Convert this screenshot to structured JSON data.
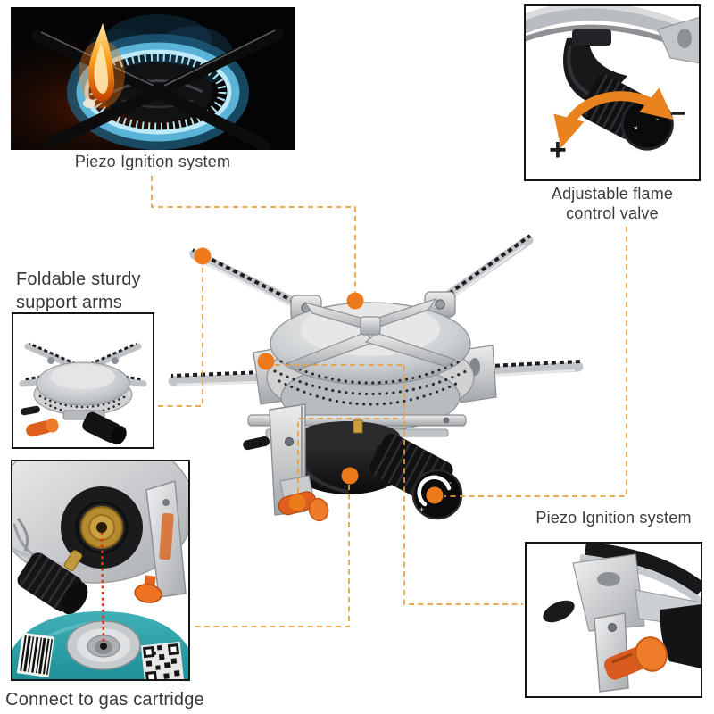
{
  "page": {
    "background": "#ffffff"
  },
  "colors": {
    "accent_orange": "#EC7A1B",
    "dashed_line_orange": "#E5A042",
    "arrow_orange": "#E8831F",
    "text_dark": "#3A3A3A",
    "flame_blue": "#8FD8F0",
    "cartridge_teal": "#2BA0A8",
    "alignment_red": "#E3321C",
    "steel_gray": "#C3C6C9",
    "black": "#121214"
  },
  "callouts": {
    "flame_photo": {
      "caption": "Piezo Ignition system"
    },
    "valve": {
      "caption_line1": "Adjustable flame",
      "caption_line2": "control valve",
      "plus_label": "+",
      "minus_label": "−"
    },
    "foldable": {
      "label_line1": "Foldable sturdy",
      "label_line2": "support arms"
    },
    "cartridge": {
      "caption": "Connect to gas cartridge"
    },
    "piezo": {
      "caption": "Piezo Ignition system"
    }
  },
  "knob_marks": {
    "plus": "+",
    "minus": "-"
  }
}
